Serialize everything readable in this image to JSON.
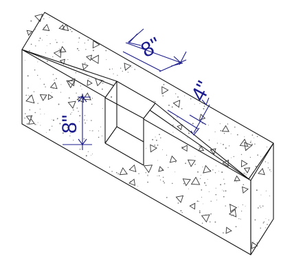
{
  "dimensions": {
    "notch_width": "8\"",
    "notch_depth": "4\"",
    "notch_height": "8\""
  },
  "colors": {
    "dimension": "#1a1a8c",
    "edge": "#111111",
    "aggregate": "#777777"
  }
}
